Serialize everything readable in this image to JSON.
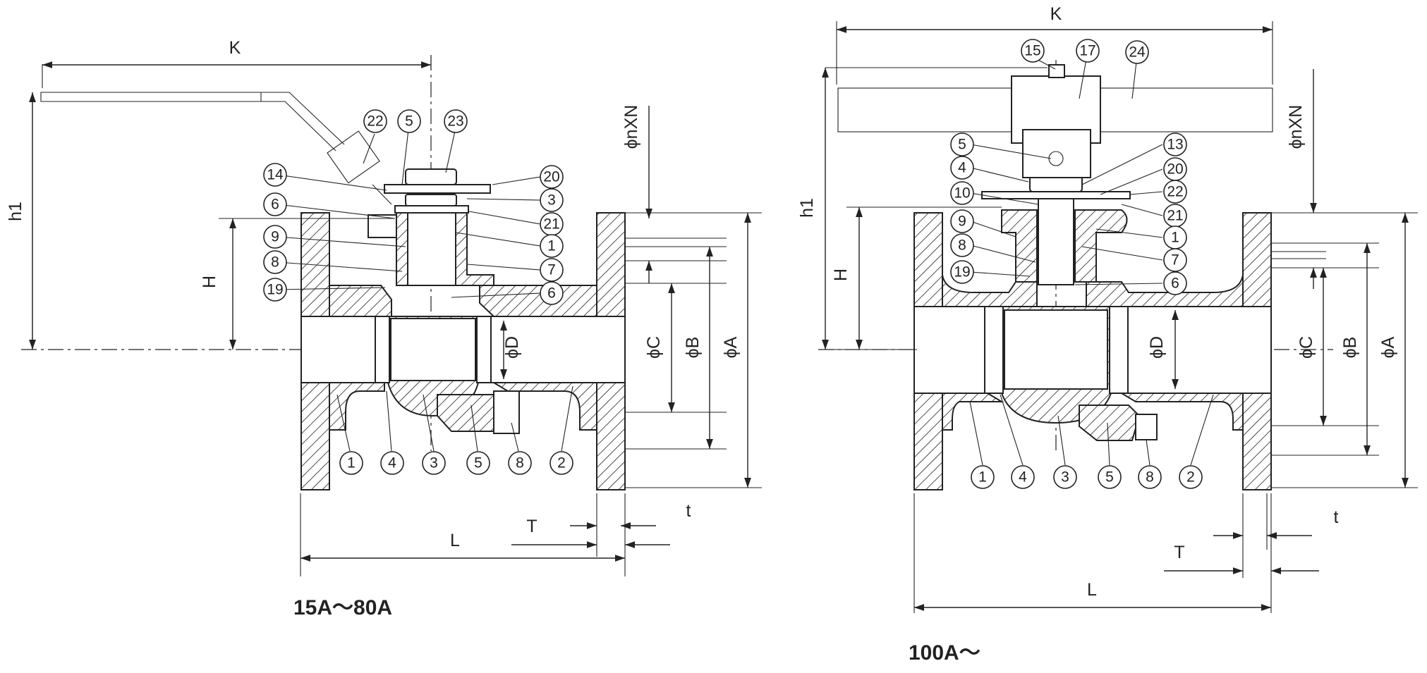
{
  "views": [
    {
      "id": "small",
      "caption": "15A～80A",
      "dimensions": {
        "K": "K",
        "h1": "h1",
        "H": "H",
        "phiNXN": "ϕnXN",
        "phiC": "ϕC",
        "phiB": "ϕB",
        "phiA": "ϕA",
        "phiD": "ϕD",
        "T": "T",
        "t": "t",
        "L": "L"
      },
      "balloons": [
        "22",
        "5",
        "23",
        "20",
        "14",
        "3",
        "6",
        "21",
        "9",
        "1",
        "8",
        "7",
        "19",
        "6",
        "1",
        "4",
        "3",
        "5",
        "8",
        "2"
      ]
    },
    {
      "id": "large",
      "caption": "100A～",
      "dimensions": {
        "K": "K",
        "h1": "h1",
        "H": "H",
        "phiNXN": "ϕnXN",
        "phiC": "ϕC",
        "phiB": "ϕB",
        "phiA": "ϕA",
        "phiD": "ϕD",
        "T": "T",
        "t": "t",
        "L": "L"
      },
      "balloons": [
        "15",
        "17",
        "24",
        "5",
        "13",
        "4",
        "20",
        "10",
        "22",
        "21",
        "9",
        "1",
        "8",
        "7",
        "19",
        "6",
        "1",
        "4",
        "3",
        "5",
        "8",
        "2"
      ]
    }
  ]
}
